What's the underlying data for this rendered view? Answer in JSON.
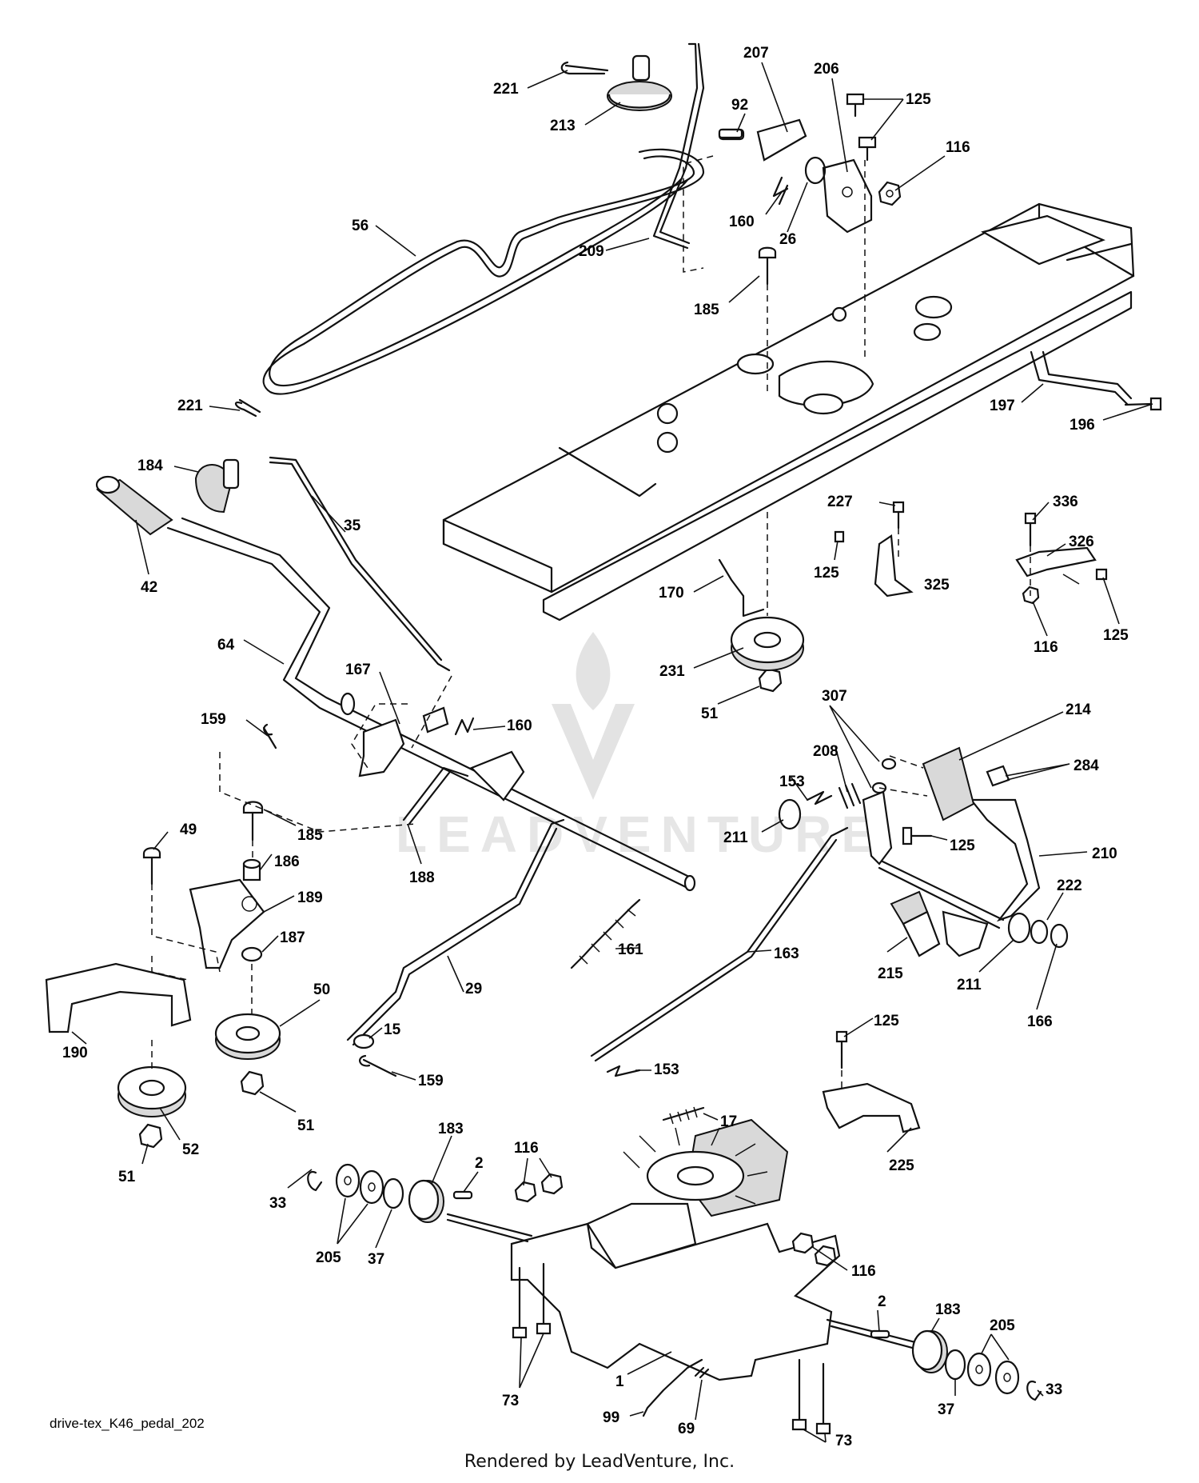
{
  "diagram_id": "drive-tex_K46_pedal_202",
  "render_credit": "Rendered by LeadVenture, Inc.",
  "watermark_text": "LEADVENTURE",
  "callouts": {
    "c221a": "221",
    "c213": "213",
    "c207": "207",
    "c206": "206",
    "c125a": "125",
    "c92": "92",
    "c116a": "116",
    "c160a": "160",
    "c26": "26",
    "c209": "209",
    "c56": "56",
    "c185a": "185",
    "c197": "197",
    "c196": "196",
    "c221b": "221",
    "c184": "184",
    "c35": "35",
    "c42": "42",
    "c227": "227",
    "c336": "336",
    "c326": "326",
    "c125b": "125",
    "c325": "325",
    "c170": "170",
    "c125c": "125",
    "c116b": "116",
    "c231": "231",
    "c64": "64",
    "c167": "167",
    "c51a": "51",
    "c307": "307",
    "c214": "214",
    "c159a": "159",
    "c160b": "160",
    "c284": "284",
    "c208": "208",
    "c153a": "153",
    "c49": "49",
    "c185b": "185",
    "c211a": "211",
    "c125d": "125",
    "c210": "210",
    "c186": "186",
    "c188": "188",
    "c222": "222",
    "c189": "189",
    "c161": "161",
    "c163": "163",
    "c187": "187",
    "c215": "215",
    "c211b": "211",
    "c166": "166",
    "c50": "50",
    "c29": "29",
    "c190": "190",
    "c15": "15",
    "c125e": "125",
    "c159b": "159",
    "c153b": "153",
    "c51b": "51",
    "c52": "52",
    "c17": "17",
    "c225": "225",
    "c183a": "183",
    "c116c": "116",
    "c2a": "2",
    "c51c": "51",
    "c33a": "33",
    "c205a": "205",
    "c37a": "37",
    "c116d": "116",
    "c2b": "2",
    "c183b": "183",
    "c205b": "205",
    "c1": "1",
    "c73a": "73",
    "c99": "99",
    "c69": "69",
    "c33b": "33",
    "c37b": "37",
    "c73b": "73"
  }
}
